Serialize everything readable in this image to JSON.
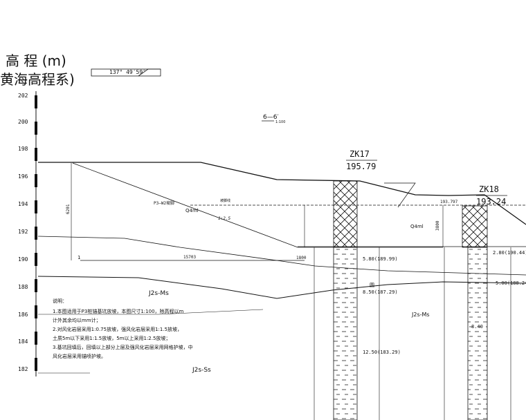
{
  "axis": {
    "title": "高 程 (m)",
    "subtitle": "黄海高程系)",
    "ticks": [
      "202",
      "200",
      "198",
      "196",
      "194",
      "192",
      "190",
      "188",
      "186",
      "184",
      "182"
    ]
  },
  "bearing_label": "137° 49′59″",
  "section_label": "6—6′",
  "section_scale": "1:100",
  "boreholes": [
    {
      "name": "ZK17",
      "elevation": "195.79"
    },
    {
      "name": "ZK18",
      "elevation": "193.24"
    }
  ],
  "labels": {
    "dim_vertical_left": "6201",
    "slope_ref": "P3—W2坡脚",
    "crest_line": "坡脚线",
    "q4_left": "Q4ml",
    "slope_ratio": "1:2.5",
    "elev_193797": "193.797",
    "q4_right": "Q4ml",
    "dim_3800": "3800",
    "dim_horizontal": "15703",
    "dim_small": "1800",
    "zk17_depth1": "5.80(189.99)",
    "zk17_depth2": "8.50(187.29)",
    "zk17_depth3": "12.50(183.29)",
    "zk18_depth1": "2.80(190.44)",
    "zk18_depth2": "5.00(188.24)",
    "zk17_mid": "8.40",
    "stratum_left": "J2s-Ms",
    "stratum_mid": "J2s-Ms",
    "stratum_bottom": "J2s-Ss",
    "pile_mark": "圆"
  },
  "notes": {
    "title": "说明：",
    "lines": [
      "1.本图适用于P3桩锚基坑放坡，本图尺寸1:100，除高程以m",
      "计外其余均以mm计；",
      "2.对风化岩层采用1:0.75放坡，强风化岩层采用1:1.5放坡，",
      "土质5m以下采用1:1.5放坡，5m以上采用1:2.5放坡；",
      "3.基坑回填后，回填以上部分上层及强风化岩层采用网格护坡，中",
      "风化岩层采用锚喷护坡。"
    ]
  }
}
